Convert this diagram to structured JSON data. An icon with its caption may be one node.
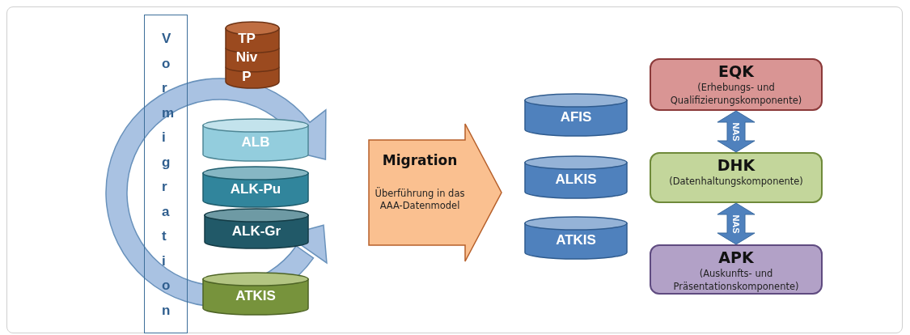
{
  "diagram": {
    "nodes": [
      {
        "text": [
          "Vormigration"
        ]
      },
      {
        "text": [
          "TP",
          "Niv",
          "P"
        ]
      },
      {
        "text": [
          "ALB"
        ]
      },
      {
        "text": [
          "ALK-Pu"
        ]
      },
      {
        "text": [
          "ALK-Gr"
        ]
      },
      {
        "text": [
          "ATKIS"
        ]
      },
      {
        "text": [
          "Migration",
          "Überführung in das AAA-Datenmodel"
        ]
      },
      {
        "text": [
          "AFIS"
        ]
      },
      {
        "text": [
          "ALKIS"
        ]
      },
      {
        "text": [
          "ATKIS"
        ]
      },
      {
        "text": [
          "EQK",
          "(Erhebungs- und Qualifizierungskomponente)"
        ]
      },
      {
        "text": [
          "DHK",
          "(Datenhaltungskomponente)"
        ]
      },
      {
        "text": [
          "APK",
          "(Auskunfts- und Präsentationskomponente)"
        ]
      }
    ],
    "edges": [
      {
        "from": 10,
        "to": 11,
        "arrow": "both",
        "label": "NAS",
        "style": "thick"
      },
      {
        "from": 11,
        "to": 12,
        "arrow": "both",
        "label": "NAS",
        "style": "thick"
      }
    ]
  }
}
